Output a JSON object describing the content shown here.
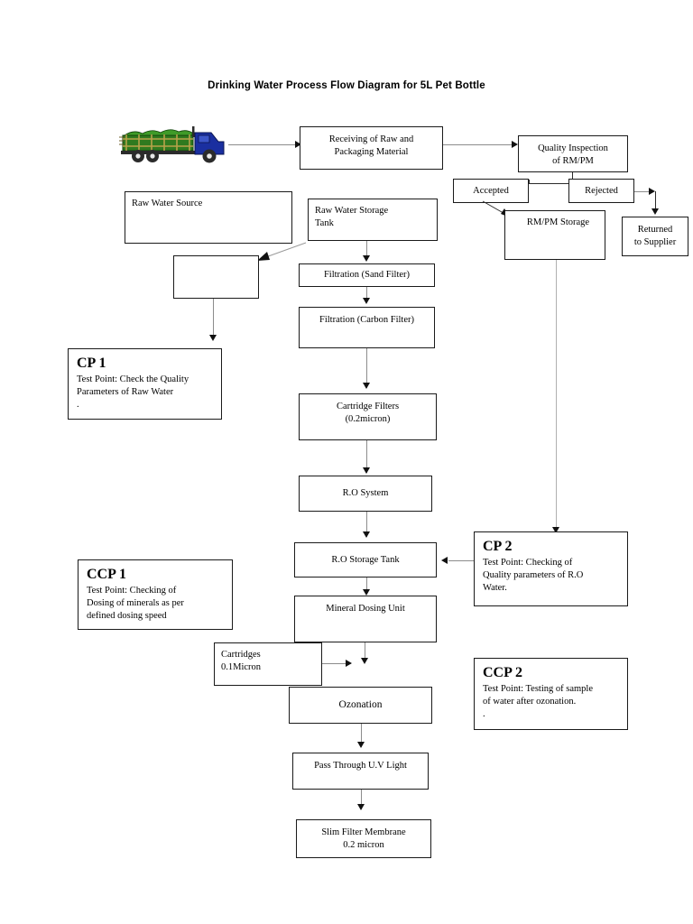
{
  "title": "Drinking Water Process Flow Diagram for 5L Pet Bottle",
  "icons": {
    "truck": "delivery-truck-icon"
  },
  "colors": {
    "box_border": "#1a1a1a",
    "connector": "#8c8c8c",
    "arrow_head": "#111111",
    "truck_cab": "#1a2fa0",
    "truck_cargo": "#2f7a1f",
    "background": "#ffffff"
  },
  "nodes": {
    "receiving": "Receiving of Raw and\nPackaging Material",
    "quality_inspection": "Quality Inspection\nof RM/PM",
    "accepted": "Accepted",
    "rejected": "Rejected",
    "rm_pm_storage": "RM/PM Storage",
    "returned_to_supplier": "Returned\nto Supplier",
    "raw_water_source": "Raw Water Source",
    "raw_water_storage_tank": "Raw Water Storage\nTank",
    "unlabeled_box": "",
    "filtration_sand": "Filtration (Sand Filter)",
    "filtration_carbon": "Filtration (Carbon Filter)",
    "cartridge_filters": "Cartridge Filters\n(0.2micron)",
    "ro_system": "R.O System",
    "ro_storage_tank": "R.O Storage Tank",
    "mineral_dosing_unit": "Mineral Dosing Unit",
    "cartridges_01": "Cartridges\n0.1Micron",
    "ozonation": "Ozonation",
    "uv_light": "Pass Through U.V Light",
    "slim_filter_membrane": "Slim Filter Membrane\n0.2 micron"
  },
  "control_points": {
    "cp1": {
      "heading": "CP 1",
      "body": "Test Point: Check the Quality\nParameters of Raw Water\n."
    },
    "cp2": {
      "heading": "CP 2",
      "body": "Test Point:  Checking of\nQuality parameters of R.O\nWater."
    },
    "ccp1": {
      "heading": "CCP 1",
      "body": "Test Point: Checking of\nDosing of minerals as per\ndefined dosing speed"
    },
    "ccp2": {
      "heading": "CCP 2",
      "body": "Test Point: Testing of  sample\nof water after ozonation.\n."
    }
  }
}
